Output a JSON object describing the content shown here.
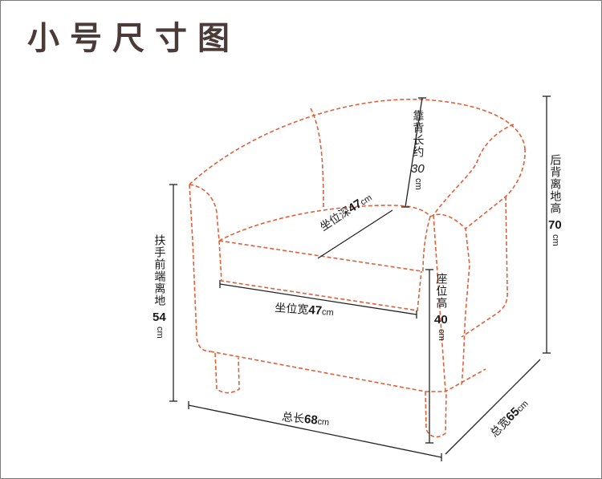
{
  "title": "小号尺寸图",
  "colors": {
    "title": "#4a3a38",
    "outline_dashed": "#e0603a",
    "dimension_line": "#222222",
    "frame_border": "#7a7a7a"
  },
  "dimensions": {
    "back_length": {
      "label": "靠背长约",
      "value": "30",
      "unit": "cm"
    },
    "back_height": {
      "label": "后背离地高",
      "value": "70",
      "unit": "cm"
    },
    "armrest_height": {
      "label": "扶手前端离地",
      "value": "54",
      "unit": "cm"
    },
    "seat_depth": {
      "label": "坐位深",
      "value": "47",
      "unit": "cm"
    },
    "seat_width": {
      "label": "坐位宽",
      "value": "47",
      "unit": "cm"
    },
    "seat_height": {
      "label": "座位高",
      "value": "40",
      "unit": "cm"
    },
    "total_length": {
      "label": "总长",
      "value": "68",
      "unit": "cm"
    },
    "total_width": {
      "label": "总宽",
      "value": "65",
      "unit": "cm"
    }
  }
}
